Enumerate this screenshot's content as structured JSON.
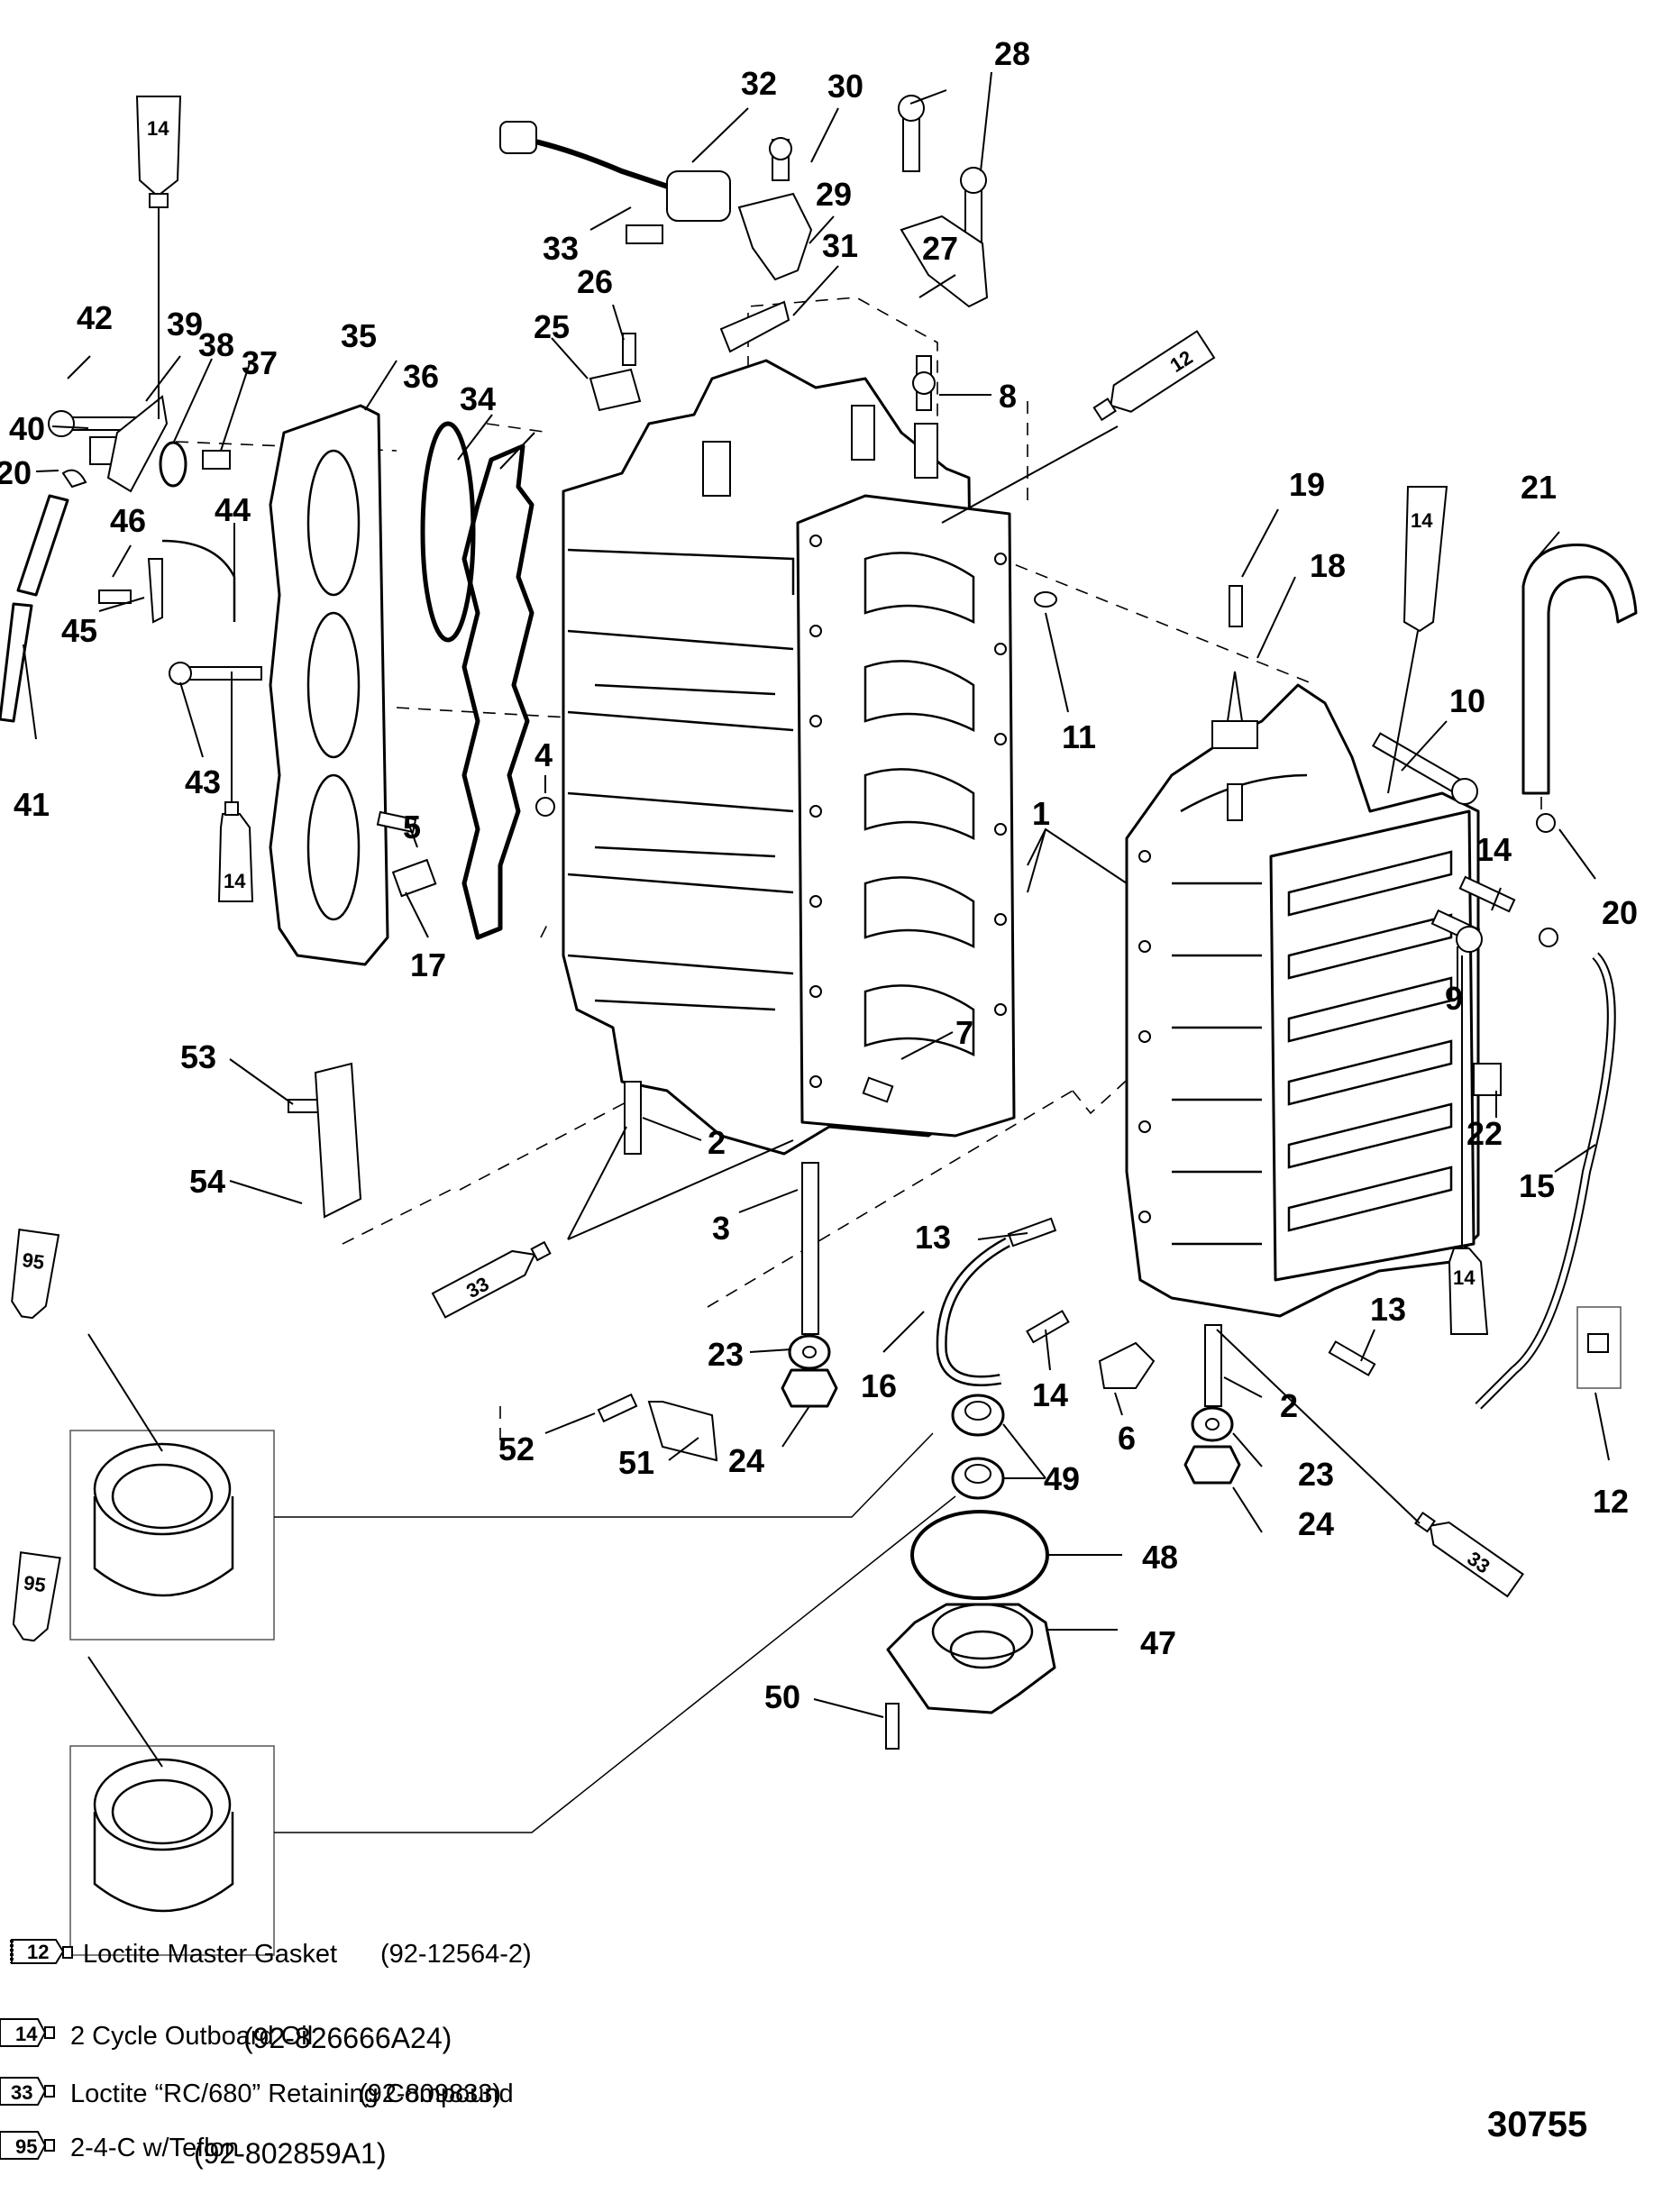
{
  "diagram": {
    "title": "Crankcase exploded parts view",
    "drawing_number": "30755",
    "callouts": [
      {
        "id": "c28",
        "label": "28"
      },
      {
        "id": "c32",
        "label": "32"
      },
      {
        "id": "c30",
        "label": "30"
      },
      {
        "id": "c29",
        "label": "29"
      },
      {
        "id": "c33a",
        "label": "33"
      },
      {
        "id": "c31",
        "label": "31"
      },
      {
        "id": "c27",
        "label": "27"
      },
      {
        "id": "c26",
        "label": "26"
      },
      {
        "id": "c25",
        "label": "25"
      },
      {
        "id": "c8",
        "label": "8"
      },
      {
        "id": "c42",
        "label": "42"
      },
      {
        "id": "c39",
        "label": "39"
      },
      {
        "id": "c38",
        "label": "38"
      },
      {
        "id": "c37",
        "label": "37"
      },
      {
        "id": "c35",
        "label": "35"
      },
      {
        "id": "c36",
        "label": "36"
      },
      {
        "id": "c34",
        "label": "34"
      },
      {
        "id": "c40",
        "label": "40"
      },
      {
        "id": "c20a",
        "label": "20"
      },
      {
        "id": "c46",
        "label": "46"
      },
      {
        "id": "c44",
        "label": "44"
      },
      {
        "id": "c45",
        "label": "45"
      },
      {
        "id": "c43",
        "label": "43"
      },
      {
        "id": "c41",
        "label": "41"
      },
      {
        "id": "c4",
        "label": "4"
      },
      {
        "id": "c5",
        "label": "5"
      },
      {
        "id": "c17",
        "label": "17"
      },
      {
        "id": "c19",
        "label": "19"
      },
      {
        "id": "c18",
        "label": "18"
      },
      {
        "id": "c21",
        "label": "21"
      },
      {
        "id": "c11",
        "label": "11"
      },
      {
        "id": "c10",
        "label": "10"
      },
      {
        "id": "c1",
        "label": "1"
      },
      {
        "id": "c14a",
        "label": "14"
      },
      {
        "id": "c20b",
        "label": "20"
      },
      {
        "id": "c9",
        "label": "9"
      },
      {
        "id": "c22",
        "label": "22"
      },
      {
        "id": "c15",
        "label": "15"
      },
      {
        "id": "c53",
        "label": "53"
      },
      {
        "id": "c54",
        "label": "54"
      },
      {
        "id": "c2a",
        "label": "2"
      },
      {
        "id": "c7",
        "label": "7"
      },
      {
        "id": "c3",
        "label": "3"
      },
      {
        "id": "c13a",
        "label": "13"
      },
      {
        "id": "c23a",
        "label": "23"
      },
      {
        "id": "c16",
        "label": "16"
      },
      {
        "id": "c14b",
        "label": "14"
      },
      {
        "id": "c6",
        "label": "6"
      },
      {
        "id": "c13b",
        "label": "13"
      },
      {
        "id": "c2b",
        "label": "2"
      },
      {
        "id": "c52",
        "label": "52"
      },
      {
        "id": "c51",
        "label": "51"
      },
      {
        "id": "c24a",
        "label": "24"
      },
      {
        "id": "c49",
        "label": "49"
      },
      {
        "id": "c23b",
        "label": "23"
      },
      {
        "id": "c24b",
        "label": "24"
      },
      {
        "id": "c12",
        "label": "12"
      },
      {
        "id": "c48",
        "label": "48"
      },
      {
        "id": "c47",
        "label": "47"
      },
      {
        "id": "c50",
        "label": "50"
      }
    ],
    "sealant_tubes": [
      {
        "id": "t14-top-left",
        "label": "14"
      },
      {
        "id": "t14-left",
        "label": "14"
      },
      {
        "id": "t12-top",
        "label": "12"
      },
      {
        "id": "t14-right-top",
        "label": "14"
      },
      {
        "id": "t14-right",
        "label": "14"
      },
      {
        "id": "t33-mid",
        "label": "33"
      },
      {
        "id": "t33-right",
        "label": "33"
      },
      {
        "id": "t95-upper",
        "label": "95"
      },
      {
        "id": "t95-lower",
        "label": "95"
      }
    ]
  },
  "legend": [
    {
      "code": "12",
      "description": "Loctite Master Gasket",
      "part_number": "(92-12564-2)"
    },
    {
      "code": "14",
      "description": "2 Cycle Outboard Oil",
      "part_number": "(92-826666A24)"
    },
    {
      "code": "33",
      "description": "Loctite “RC/680” Retaining Compound",
      "part_number": "(92-809833)"
    },
    {
      "code": "95",
      "description": "2-4-C w/Teflon",
      "part_number": "(92-802859A1)"
    }
  ]
}
